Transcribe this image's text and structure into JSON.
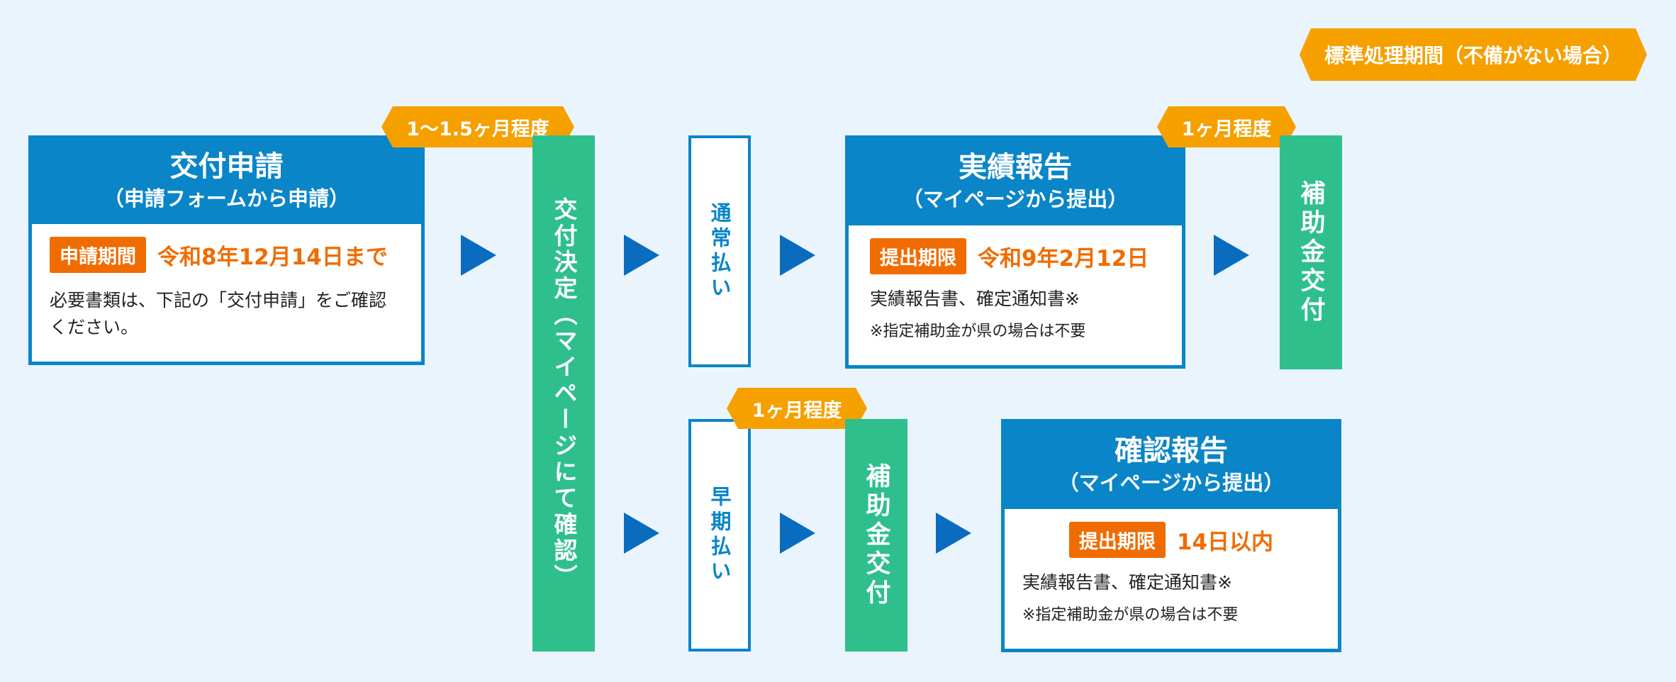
{
  "standard_label": "標準処理期間（不備がない場合）",
  "durations": {
    "apply_to_decision": "1～1.5ヶ月程度",
    "report_to_payment": "1ヶ月程度",
    "early_to_payment": "1ヶ月程度"
  },
  "application": {
    "title": "交付申請",
    "subtitle": "（申請フォームから申請）",
    "badge": "申請期間",
    "deadline": "令和8年12月14日まで",
    "body": "必要書類は、下記の「交付申請」をご確認ください。"
  },
  "decision": {
    "label": "交付決定（マイページにて確認）"
  },
  "normal_payment": {
    "label": "通常払い"
  },
  "early_payment": {
    "label": "早期払い"
  },
  "actual_report": {
    "title": "実績報告",
    "subtitle": "（マイページから提出）",
    "badge": "提出期限",
    "deadline": "令和9年2月12日",
    "body": "実績報告書、確定通知書※",
    "note": "※指定補助金が県の場合は不要"
  },
  "subsidy_payment_top": {
    "label": "補助金交付"
  },
  "subsidy_payment_bottom": {
    "label": "補助金交付"
  },
  "confirmation_report": {
    "title": "確認報告",
    "subtitle": "（マイページから提出）",
    "badge": "提出期限",
    "deadline": "14日以内",
    "body": "実績報告書、確定通知書※",
    "note": "※指定補助金が県の場合は不要"
  },
  "colors": {
    "blue": "#0a85c8",
    "arrow": "#0a6cbf",
    "green": "#2ebf8d",
    "orange_tag": "#f6a000",
    "orange_text": "#f06c00",
    "background": "#eaf4fc"
  }
}
